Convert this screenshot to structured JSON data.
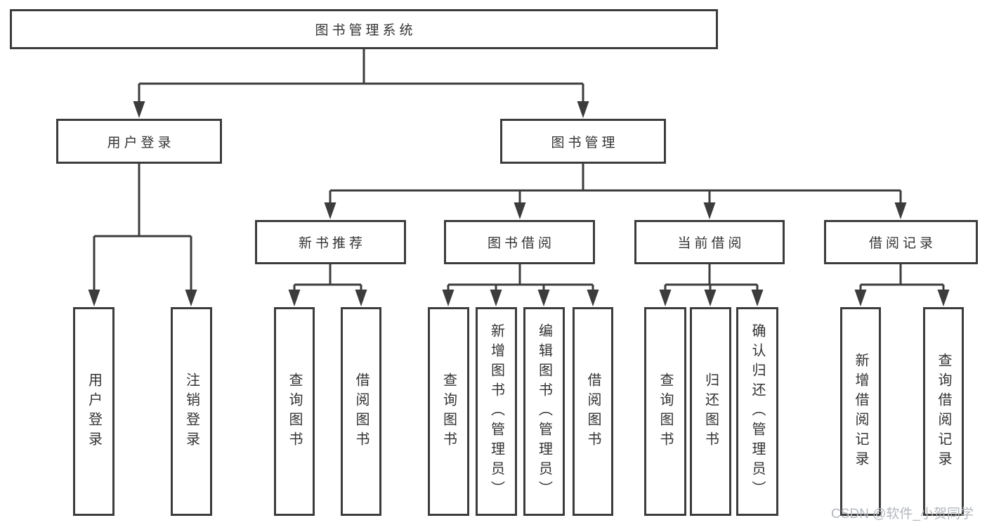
{
  "tree": {
    "label": "图书管理系统",
    "children": [
      {
        "label": "用户登录",
        "children": [
          {
            "label": "用户登录"
          },
          {
            "label": "注销登录"
          }
        ]
      },
      {
        "label": "图书管理",
        "children": [
          {
            "label": "新书推荐",
            "children": [
              {
                "label": "查询图书"
              },
              {
                "label": "借阅图书"
              }
            ]
          },
          {
            "label": "图书借阅",
            "children": [
              {
                "label": "查询图书"
              },
              {
                "label": "新增图书（管理员）"
              },
              {
                "label": "编辑图书（管理员）"
              },
              {
                "label": "借阅图书"
              }
            ]
          },
          {
            "label": "当前借阅",
            "children": [
              {
                "label": "查询图书"
              },
              {
                "label": "归还图书"
              },
              {
                "label": "确认归还（管理员）"
              }
            ]
          },
          {
            "label": "借阅记录",
            "children": [
              {
                "label": "新增借阅记录"
              },
              {
                "label": "查询借阅记录"
              }
            ]
          }
        ]
      }
    ]
  },
  "watermark": {
    "text": "CSDN @软件_小贺同学"
  },
  "colors": {
    "line": "#3c3c3c",
    "text": "#333333",
    "watermark": "#b3b7bd",
    "background": "#ffffff"
  }
}
